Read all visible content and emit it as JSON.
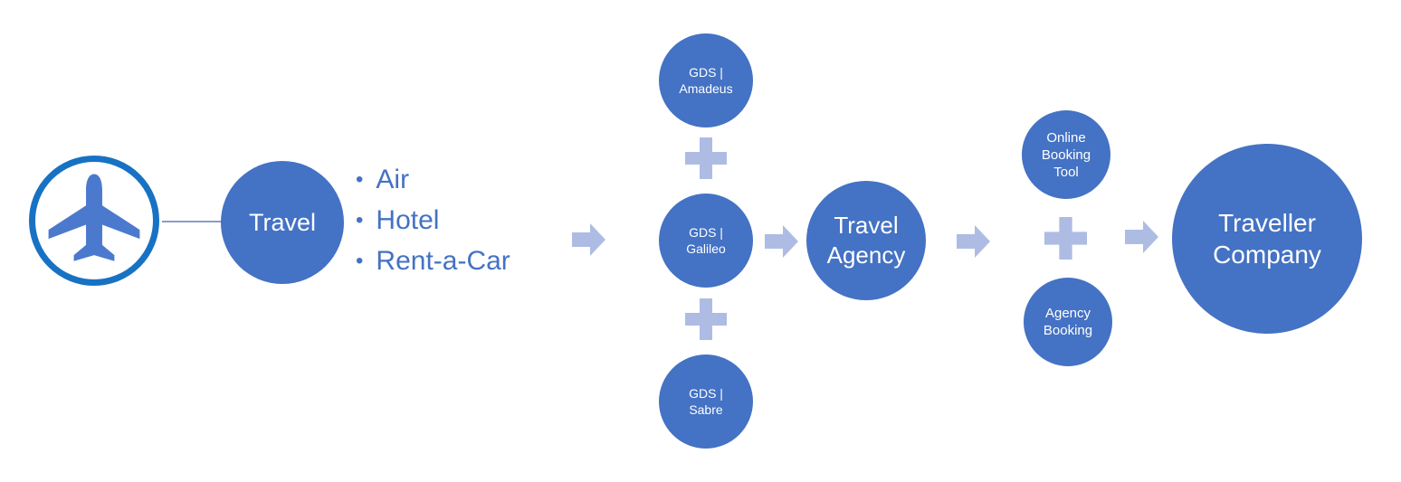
{
  "colors": {
    "background": "#FFFFFF",
    "accent": "#4472C4",
    "light": "#AEBCE4",
    "ring": "#1872C3",
    "plane": "#4B79CE",
    "connector": "#8A9BC9",
    "bullet-text": "#4472C4"
  },
  "nodes": {
    "travel": "Travel",
    "gds_amadeus": "GDS |\nAmadeus",
    "gds_galileo": "GDS |\nGalileo",
    "gds_sabre": "GDS |\nSabre",
    "travel_agency": "Travel\nAgency",
    "online_booking_tool": "Online\nBooking\nTool",
    "agency_booking": "Agency\nBooking",
    "traveller_company": "Traveller\nCompany"
  },
  "travel_services": {
    "bullet_glyph": "•",
    "items": [
      "Air",
      "Hotel",
      "Rent-a-Car"
    ]
  },
  "icons": {
    "source": "airplane-icon",
    "connectors": "plus-icon",
    "flow": "arrow-right-icon"
  }
}
